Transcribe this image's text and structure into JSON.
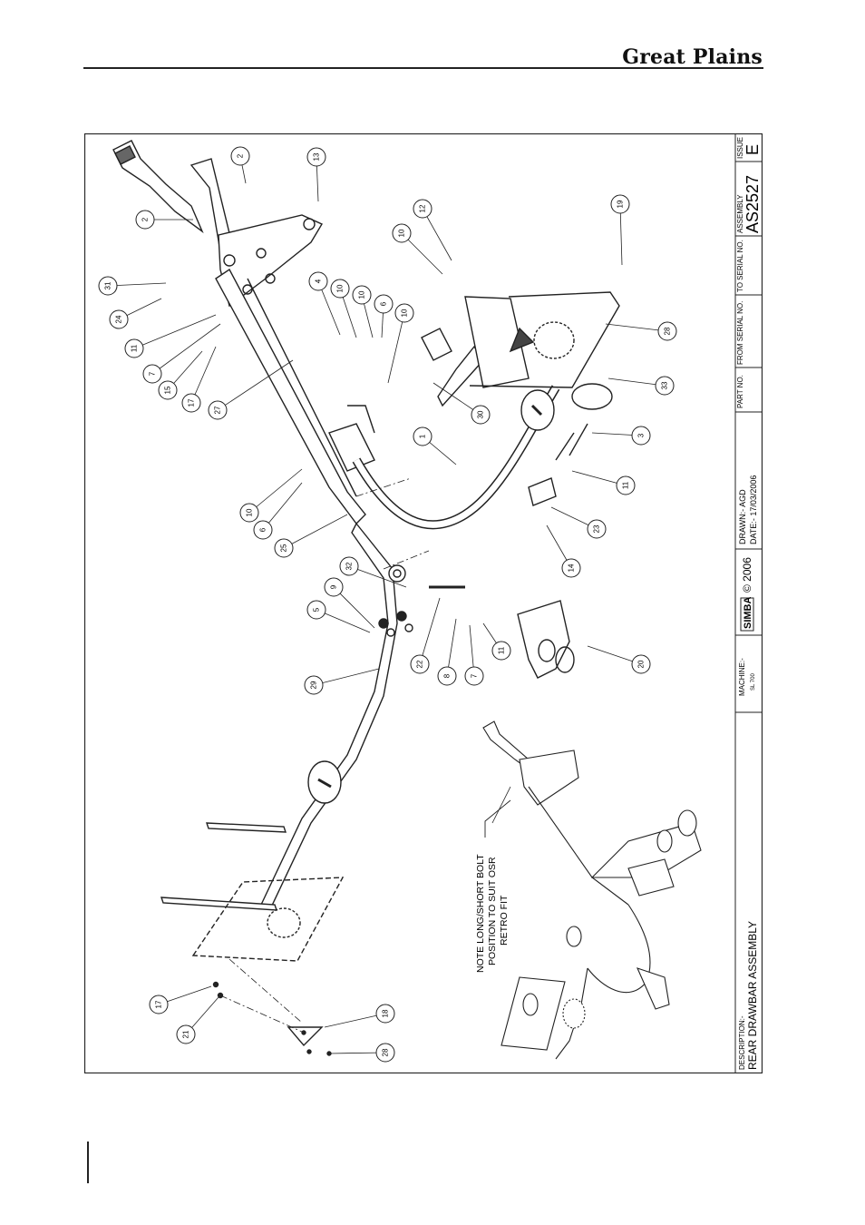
{
  "header": {
    "brand": "Great Plains"
  },
  "title_block": {
    "description_label": "DESCRIPTION:-",
    "description": "REAR DRAWBAR ASSEMBLY",
    "machine_label": "MACHINE:-",
    "machine": "SL 700",
    "logo_text": "SIMBA",
    "copyright": "© 2006",
    "drawn": "DRAWN:-  AGD",
    "date": "DATE:-  17/03/2006",
    "part_no_label": "PART NO.",
    "from_serial_label": "FROM SERIAL NO.",
    "to_serial_label": "TO SERIAL NO.",
    "assembly_label": "ASSEMBLY",
    "assembly": "AS2527",
    "issue_label": "ISSUE",
    "issue": "E"
  },
  "note": {
    "line1": "NOTE LONG/SHORT BOLT",
    "line2": "POSITION TO SUIT OSR",
    "line3": "RETRO FIT"
  },
  "callouts": [
    "2",
    "13",
    "2",
    "12",
    "10",
    "19",
    "31",
    "24",
    "4",
    "10",
    "10",
    "6",
    "10",
    "11",
    "7",
    "15",
    "17",
    "27",
    "28",
    "30",
    "33",
    "1",
    "3",
    "10",
    "6",
    "11",
    "25",
    "23",
    "14",
    "32",
    "9",
    "5",
    "11",
    "29",
    "22",
    "8",
    "7",
    "20",
    "17",
    "21",
    "18",
    "28"
  ]
}
